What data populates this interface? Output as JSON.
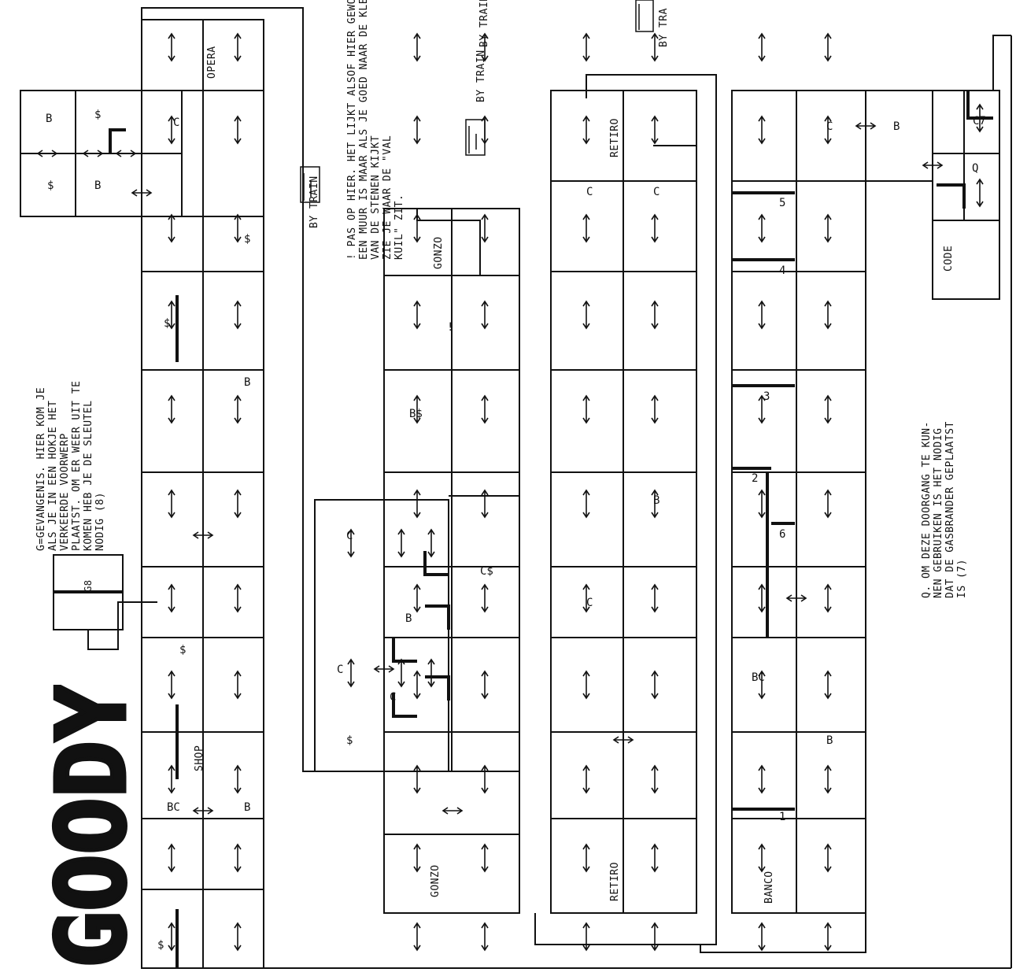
{
  "notes": {
    "g_note": [
      "G=GEVANGENIS. HIER KOM JE",
      "ALS JE IN EEN HOKJE HET",
      "VERKEERDE VOORWERP",
      "PLAATST. OM ER WEER UIT TE",
      "KOMEN HEB JE DE SLEUTEL",
      "NODIG (8)"
    ],
    "warning_note": [
      "! PAS OP HIER. HET LIJKT ALSOF HIER GEWOON",
      "EEN MUUR IS MAAR ALS JE GOED NAAR DE KLEUR",
      "VAN DE STENEN KIJKT",
      "ZIE JE WAAR DE \"VAL",
      "KUIL\" ZIT."
    ],
    "q_note": [
      "Q. OM DEZE DOORGANG TE KUN-",
      "NEN GEBRUIKEN IS HET NODIG",
      "DAT DE GASBRANDER GEPLAATST",
      "IS (7)"
    ]
  },
  "train_labels": [
    "BY TRAIN",
    "BY TRAIN",
    "BY TRAIN",
    "BY TRA"
  ],
  "places": {
    "opera": "OPERA",
    "shop": "SHOP",
    "gonzo_top": "GONZO",
    "gonzo_bottom": "GONZO",
    "retiro_top": "RETIRO",
    "retiro_bottom": "RETIRO",
    "banco": "BANCO",
    "code": "CODE",
    "g_box": "G8"
  },
  "markers": {
    "b": "B",
    "c": "C",
    "dollar": "$",
    "bc": "BC",
    "b_dollar": "B$",
    "c_dollar": "C$",
    "q": "Q",
    "c_seven": "C7",
    "excl": "!",
    "n1": "1",
    "n2": "2",
    "n3": "3",
    "n4": "4",
    "n5": "5",
    "n6": "6"
  },
  "logo_text": "GOODY"
}
